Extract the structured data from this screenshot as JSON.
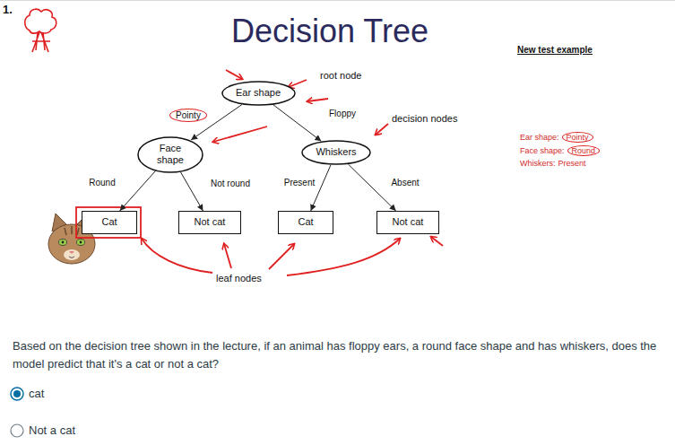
{
  "diagram": {
    "title": "Decision Tree",
    "nodes": [
      {
        "text": [
          "Ear shape"
        ]
      },
      {
        "text": [
          "Face shape"
        ]
      },
      {
        "text": [
          "Whiskers"
        ]
      },
      {
        "text": [
          "Cat"
        ]
      },
      {
        "text": [
          "Not cat"
        ]
      },
      {
        "text": [
          "Cat"
        ]
      },
      {
        "text": [
          "Not cat"
        ]
      }
    ],
    "edges": [
      {
        "from": 0,
        "to": 1,
        "arrow": "to",
        "label": "Pointy"
      },
      {
        "from": 0,
        "to": 2,
        "arrow": "to",
        "label": "Floppy"
      },
      {
        "from": 1,
        "to": 3,
        "arrow": "to",
        "label": "Round"
      },
      {
        "from": 1,
        "to": 4,
        "arrow": "to",
        "label": "Not round"
      },
      {
        "from": 2,
        "to": 5,
        "arrow": "to",
        "label": "Present"
      },
      {
        "from": 2,
        "to": 6,
        "arrow": "to",
        "label": "Absent"
      }
    ],
    "labels": [
      "1.",
      "root node",
      "decision nodes",
      "leaf nodes",
      "New test example",
      "Ear shape:",
      "Pointy",
      "Face shape:",
      "Round",
      "Whiskers:",
      "Present",
      "Based on the decision tree shown in the lecture, if an animal has floppy ears, a round face shape and has whiskers, does the model predict that it's a cat or not a cat?",
      "cat",
      "Not a cat"
    ]
  }
}
